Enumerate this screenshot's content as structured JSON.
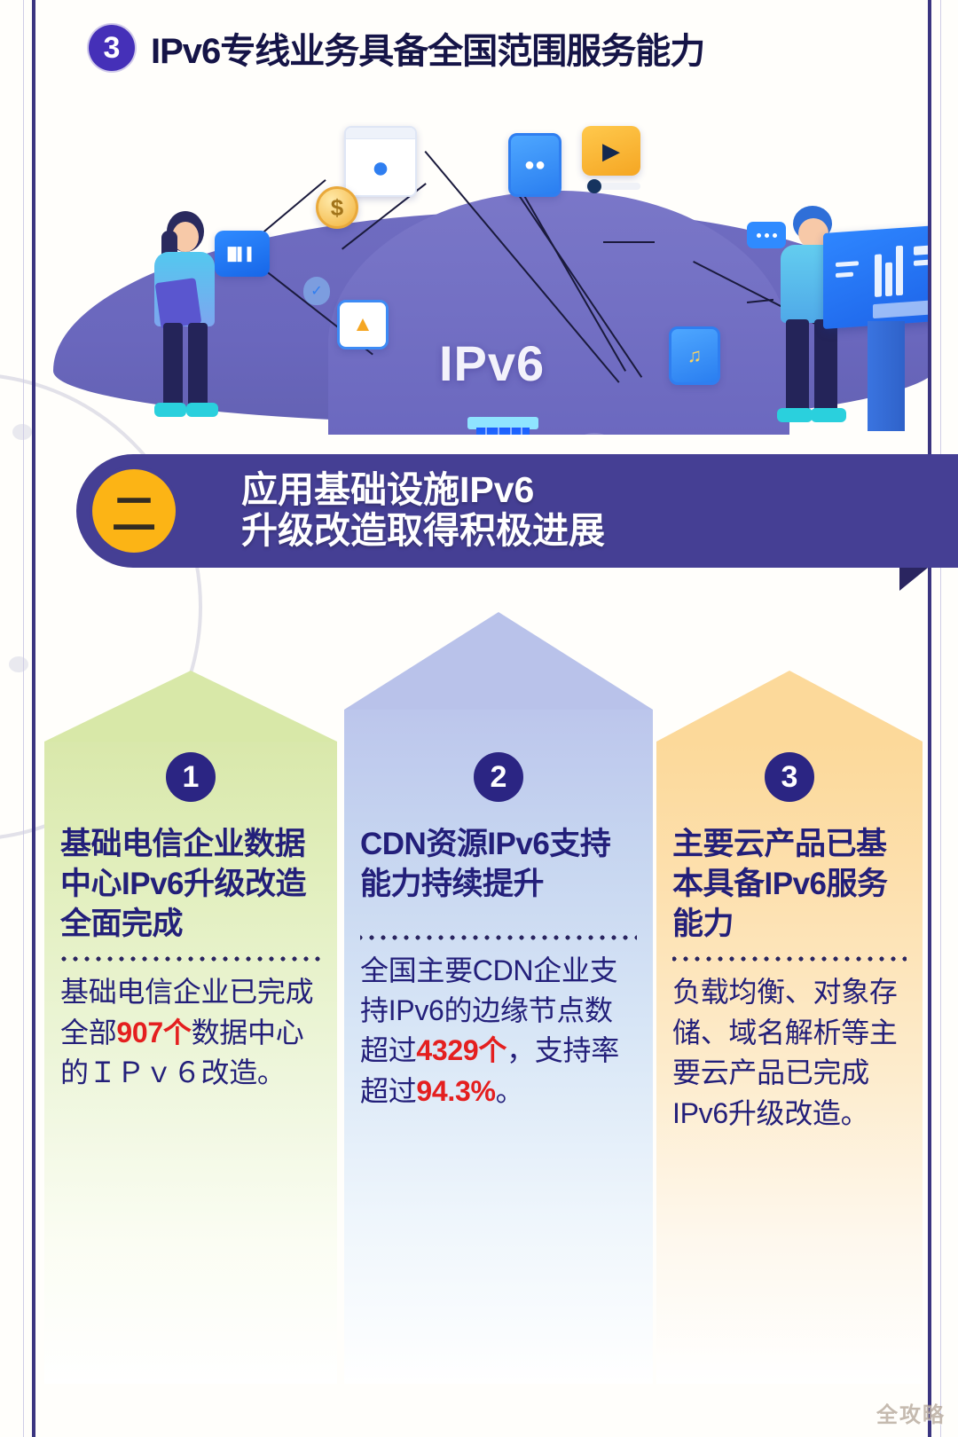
{
  "header": {
    "badge": "3",
    "title": "IPv6专线业务具备全国范围服务能力"
  },
  "illustration": {
    "center_label": "IPv6",
    "icons": [
      {
        "name": "user-profile-window-icon",
        "glyph": "👤"
      },
      {
        "name": "dollar-coin-icon",
        "glyph": "$"
      },
      {
        "name": "chart-panel-icon",
        "glyph": "‖"
      },
      {
        "name": "image-photo-icon",
        "glyph": "🌄"
      },
      {
        "name": "game-controller-icon",
        "glyph": "🎮"
      },
      {
        "name": "video-play-icon",
        "glyph": "▶"
      },
      {
        "name": "music-note-icon",
        "glyph": "♫"
      },
      {
        "name": "chat-bubble-icon",
        "glyph": "•••"
      },
      {
        "name": "shield-check-icon",
        "glyph": "✓"
      }
    ],
    "people": [
      "woman-presenter",
      "man-at-kiosk"
    ]
  },
  "banner": {
    "badge": "二",
    "line1": "应用基础设施IPv6",
    "line2": "升级改造取得积极进展"
  },
  "cards": [
    {
      "num": "1",
      "title": "基础电信企业数据中心IPv6升级改造全面完成",
      "text_parts": [
        {
          "t": "基础电信企业已完成全部",
          "hl": false
        },
        {
          "t": "907个",
          "hl": true
        },
        {
          "t": "数据中心的ＩＰｖ６改造。",
          "hl": false
        }
      ],
      "color_top": "#d8e8a8",
      "color_mid": "#dfeab1",
      "color_bot": "#ffffff"
    },
    {
      "num": "2",
      "title": "CDN资源IPv6支持能力持续提升",
      "text_parts": [
        {
          "t": "全国主要CDN企业支持IPv6的边缘节点数超过",
          "hl": false
        },
        {
          "t": "4329个",
          "hl": true
        },
        {
          "t": "，支持率超过",
          "hl": false
        },
        {
          "t": "94.3%",
          "hl": true
        },
        {
          "t": "。",
          "hl": false
        }
      ],
      "color_top": "#b9c2ea",
      "color_mid": "#c5d5ef",
      "color_bot": "#ffffff"
    },
    {
      "num": "3",
      "title": "主要云产品已基本具备IPv6服务能力",
      "text_parts": [
        {
          "t": "负载均衡、对象存储、域名解析等主要云产品已完成IPv6升级改造。",
          "hl": false
        }
      ],
      "color_top": "#fcd99a",
      "color_mid": "#fbdda6",
      "color_bot": "#ffffff"
    }
  ],
  "watermark": "全攻略",
  "colors": {
    "brand_purple": "#453f94",
    "badge_purple": "#2b2583",
    "accent_yellow": "#fcb415",
    "highlight_red": "#e41f1f",
    "title_ink": "#231f7a"
  }
}
